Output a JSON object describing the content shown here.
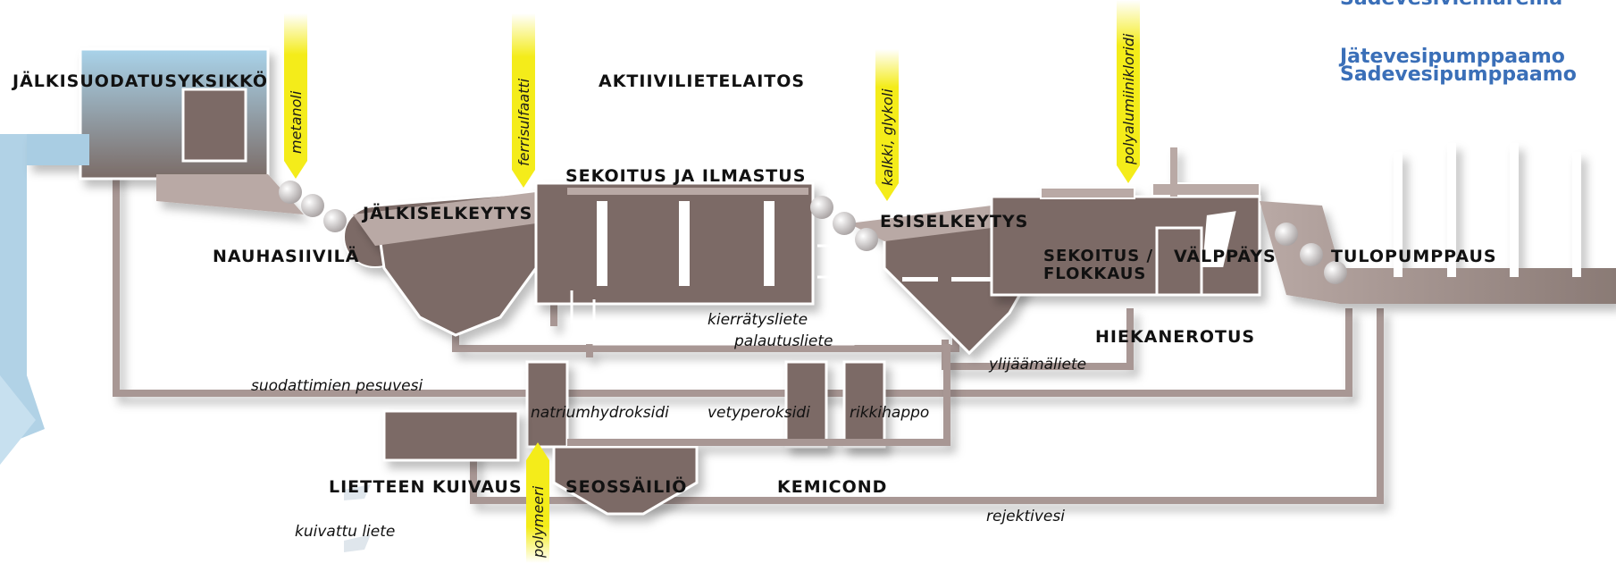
{
  "legend": {
    "line1": "Sadevesiviemäreillä",
    "line2": "Jätevesipumppaamo",
    "line3": "Sadevesipumppaamo"
  },
  "sections": {
    "jalkisuodatus": "JÄLKISUODATUSYKSIKKÖ",
    "aktiivilietelaitos": "AKTIIVILIETELAITOS",
    "sekoitus_ilmastus": "SEKOITUS  JA ILMASTUS",
    "jalkiselkeytys": "JÄLKISELKEYTYS",
    "nauhasiivila": "NAUHASIIVILÄ",
    "esiselkeytys": "ESISELKEYTYS",
    "sekoitus_flokkaus_1": "SEKOITUS /",
    "sekoitus_flokkaus_2": "FLOKKAUS",
    "valppays": "VÄLPPÄYS",
    "tulopumppaus": "TULOPUMPPAUS",
    "hiekanerotus": "HIEKANEROTUS",
    "lietteen_kuivaus": "LIETTEEN KUIVAUS",
    "seossailio": "SEOSSÄILIÖ",
    "kemicond": "KEMICOND"
  },
  "chemicals": {
    "metanoli": "metanoli",
    "ferrisulfaatti": "ferrisulfaatti",
    "kalkki": "kalkki, glykoli",
    "polyalumiini": "polyalumiinikloridi",
    "polymeeri": "polymeeri"
  },
  "flows": {
    "kierratysliete": "kierrätysliete",
    "palautusliete": "palautusliete",
    "ylijaamaliete": "ylijäämäliete",
    "pesuvesi": "suodattimien pesuvesi",
    "natrium": "natriumhydroksidi",
    "vetyperoksidi": "vetyperoksidi",
    "rikkihappo": "rikkihappo",
    "rejektivesi": "rejektivesi",
    "kuivattu": "kuivattu liete"
  },
  "colors": {
    "tank": "#7b6b66",
    "tank_light": "#b9a9a5",
    "pipe": "#a89794",
    "water": "#a9cde3",
    "chemical": "#f4ec1a",
    "legend": "#3a6fb8"
  }
}
